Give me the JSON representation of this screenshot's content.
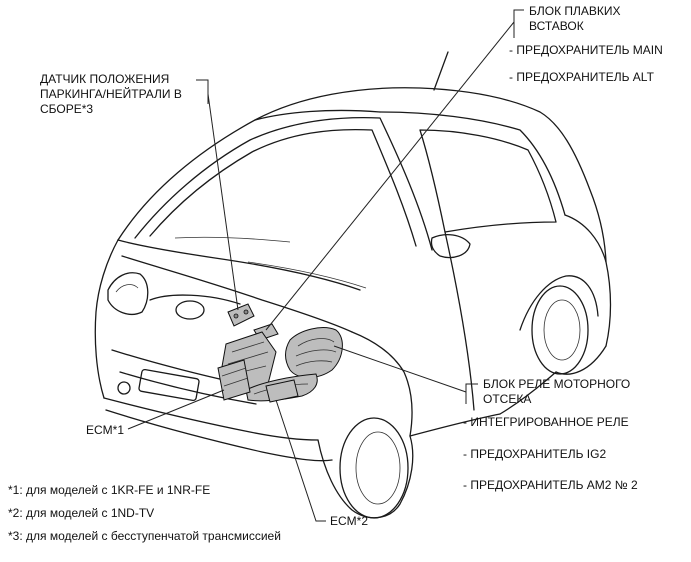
{
  "labels": {
    "fuse_block_line1": "БЛОК ПЛАВКИХ",
    "fuse_block_line2": "ВСТАВОК",
    "fuse_main": "- ПРЕДОХРАНИТЕЛЬ MAIN",
    "fuse_alt": "- ПРЕДОХРАНИТЕЛЬ ALT",
    "park_sensor_line1": "ДАТЧИК ПОЛОЖЕНИЯ",
    "park_sensor_line2": "ПАРКИНГА/НЕЙТРАЛИ В",
    "park_sensor_line3": "СБОРЕ*3",
    "relay_block_line1": "БЛОК РЕЛЕ МОТОРНОГО",
    "relay_block_line2": "ОТСЕКА",
    "integrated_relay": "- ИНТЕГРИРОВАННОЕ РЕЛЕ",
    "fuse_ig2": "- ПРЕДОХРАНИТЕЛЬ IG2",
    "fuse_am2": "- ПРЕДОХРАНИТЕЛЬ AM2 № 2",
    "ecm1": "ECM*1",
    "ecm2": "ECM*2"
  },
  "notes": [
    "*1: для моделей с 1KR-FE и 1NR-FE",
    "*2: для моделей с 1ND-TV",
    "*3: для моделей с бесступенчатой трансмиссией"
  ],
  "colors": {
    "line": "#222222",
    "highlight_part": "#bdbdbd",
    "background": "#ffffff"
  }
}
